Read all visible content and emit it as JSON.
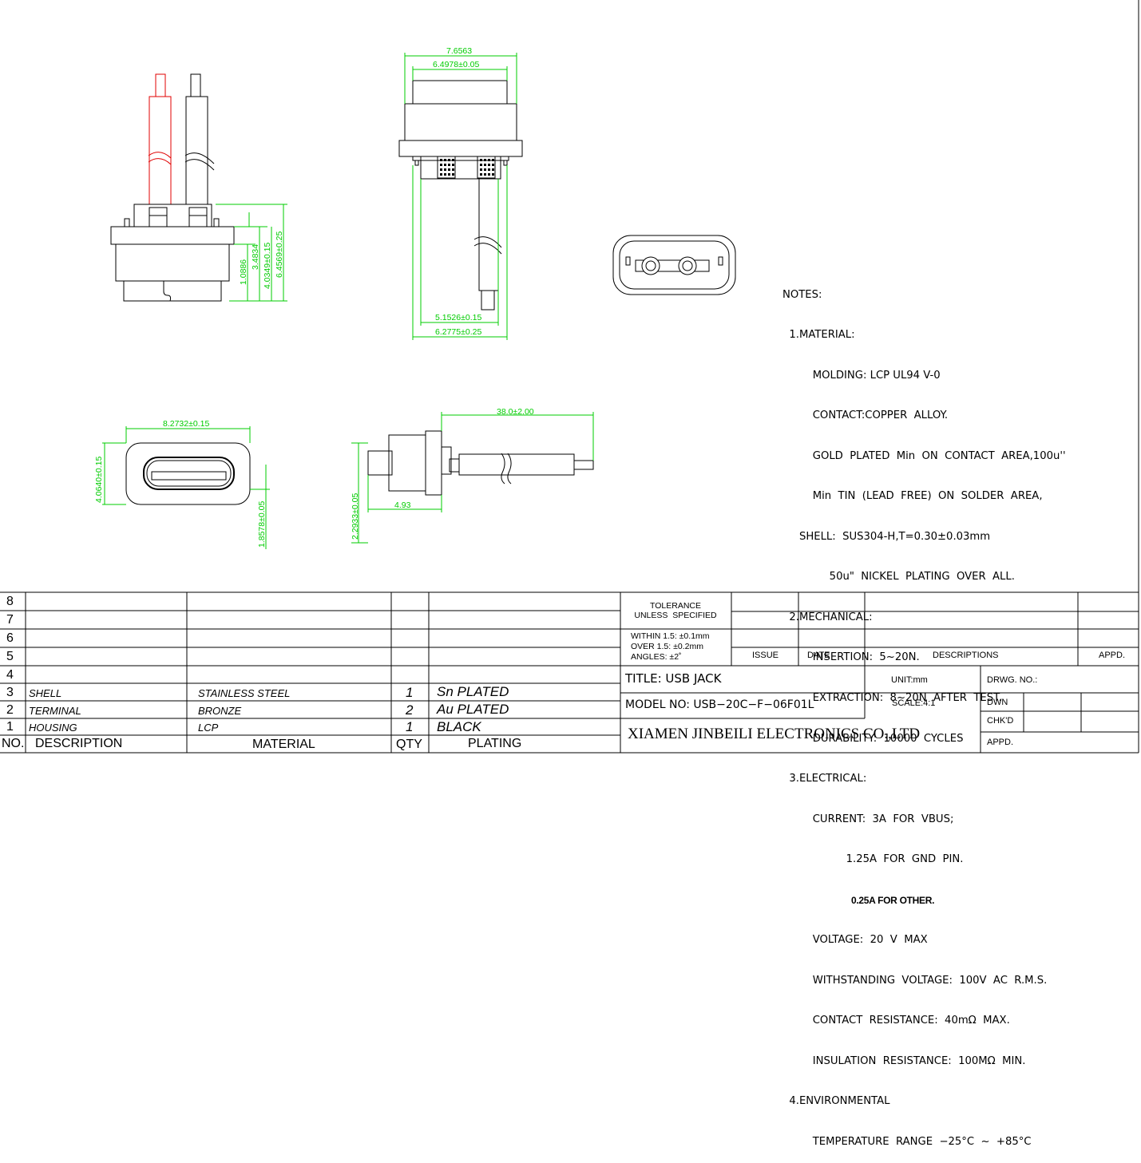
{
  "dimensions": {
    "side_width": "7.6563",
    "body_width": "6.4978±0.05",
    "pin_inner_width": "5.1526±0.15",
    "pin_outer_width": "6.2775±0.25",
    "h_small": "1.0886",
    "h_3": "3.4834",
    "h_4": "4.0349±0.15",
    "h_6": "6.4569±0.25",
    "front_width": "8.2732±0.15",
    "front_height": "4.0640±0.15",
    "front_offset": "1.8578±0.05",
    "bottom_length": "38.0±2.00",
    "bottom_offset": "4.93",
    "bottom_height": "2.2933±0.05"
  },
  "notes": {
    "header": "NOTES:",
    "lines": [
      "  1.MATERIAL:",
      "         MOLDING: LCP UL94 V-0",
      "         CONTACT:COPPER  ALLOY.",
      "         GOLD  PLATED  Min  ON  CONTACT  AREA,100u''",
      "         Min  TIN  (LEAD  FREE)  ON  SOLDER  AREA,",
      "     SHELL:  SUS304-H,T=0.30±0.03mm",
      "              50u\"  NICKEL  PLATING  OVER  ALL.",
      "  2.MECHANICAL:",
      "         INSERTION:  5~20N.",
      "         EXTRACTION:  8~20N  AFTER  TEST.",
      "         DURABILITY:  10000  CYCLES",
      "  3.ELECTRICAL:",
      "         CURRENT:  3A  FOR  VBUS;",
      "                   1.25A  FOR  GND  PIN.",
      "0.25A FOR OTHER.",
      "         VOLTAGE:  20  V  MAX",
      "         WITHSTANDING  VOLTAGE:  100V  AC  R.M.S.",
      "         CONTACT  RESISTANCE:  40mΩ  MAX.",
      "         INSULATION  RESISTANCE:  100MΩ  MIN.",
      "  4.ENVIRONMENTAL",
      "         TEMPERATURE  RANGE  −25°C  ~  +85°C"
    ]
  },
  "bom": {
    "rows": [
      {
        "no": "8",
        "desc": "",
        "material": "",
        "qty": "",
        "plating": ""
      },
      {
        "no": "7",
        "desc": "",
        "material": "",
        "qty": "",
        "plating": ""
      },
      {
        "no": "6",
        "desc": "",
        "material": "",
        "qty": "",
        "plating": ""
      },
      {
        "no": "5",
        "desc": "",
        "material": "",
        "qty": "",
        "plating": ""
      },
      {
        "no": "4",
        "desc": "",
        "material": "",
        "qty": "",
        "plating": ""
      },
      {
        "no": "3",
        "desc": "SHELL",
        "material": "STAINLESS STEEL",
        "qty": "1",
        "plating": "Sn  PLATED"
      },
      {
        "no": "2",
        "desc": "TERMINAL",
        "material": "BRONZE",
        "qty": "2",
        "plating": "Au  PLATED"
      },
      {
        "no": "1",
        "desc": "HOUSING",
        "material": "LCP",
        "qty": "1",
        "plating": "BLACK"
      }
    ],
    "header": {
      "no": "NO.",
      "desc": "DESCRIPTION",
      "material": "MATERIAL",
      "qty": "QTY",
      "plating": "PLATING"
    }
  },
  "title_block": {
    "tolerance_title": "TOLERANCE\nUNLESS  SPECIFIED",
    "tolerance_within": "WITHIN  1.5: ±0.1mm",
    "tolerance_over": "OVER  1.5:  ±0.2mm",
    "tolerance_angles": "ANGLES: ±2˚",
    "issue": "ISSUE",
    "date": "DATE",
    "descriptions": "DESCRIPTIONS",
    "appd_col": "APPD.",
    "title": "TITLE:  USB  JACK",
    "unit": "UNIT:mm",
    "drwg_no": "DRWG. NO.:",
    "model": "MODEL  NO: USB−20C−F−06F01L",
    "scale": "SCALE:4:1",
    "dwn": "DWN",
    "chkd": "CHK'D",
    "appd": "APPD.",
    "company": "XIAMEN JINBEILI ELECTRONICS CO.,LTD"
  },
  "colors": {
    "dimension": "#00cc00",
    "wire_red": "#e00000",
    "line": "#000000"
  }
}
